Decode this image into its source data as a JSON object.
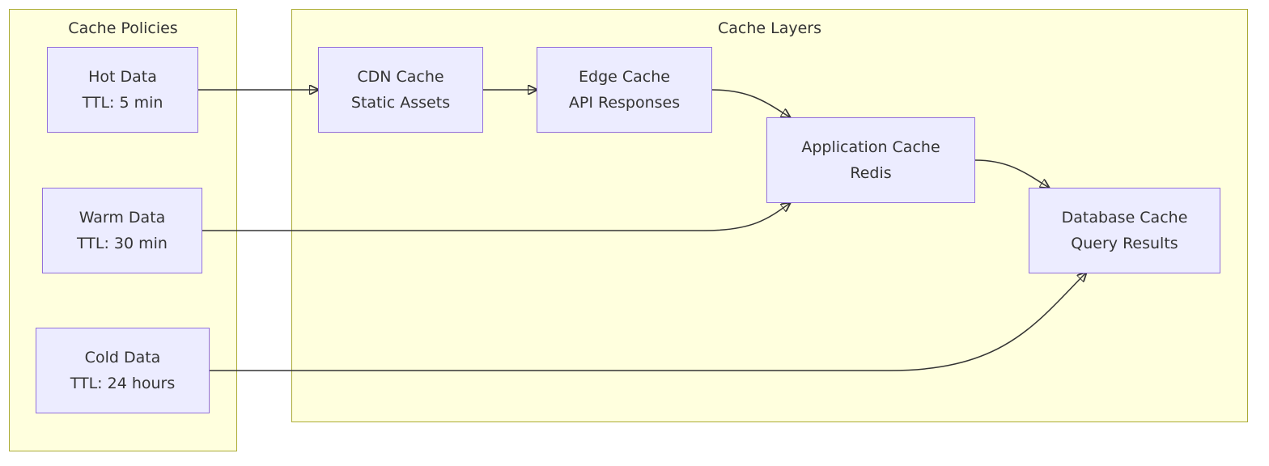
{
  "diagram": {
    "type": "flowchart",
    "clusters": [
      {
        "id": "policies",
        "title": "Cache Policies",
        "nodes": [
          "hot",
          "warm",
          "cold"
        ]
      },
      {
        "id": "layers",
        "title": "Cache Layers",
        "nodes": [
          "cdn",
          "edge",
          "app",
          "db"
        ]
      }
    ],
    "nodes": {
      "hot": {
        "line1": "Hot Data",
        "line2": "TTL: 5 min"
      },
      "warm": {
        "line1": "Warm Data",
        "line2": "TTL: 30 min"
      },
      "cold": {
        "line1": "Cold Data",
        "line2": "TTL: 24 hours"
      },
      "cdn": {
        "line1": "CDN Cache",
        "line2": "Static Assets"
      },
      "edge": {
        "line1": "Edge Cache",
        "line2": "API Responses"
      },
      "app": {
        "line1": "Application Cache",
        "line2": "Redis"
      },
      "db": {
        "line1": "Database Cache",
        "line2": "Query Results"
      }
    },
    "edges": [
      {
        "from": "hot",
        "to": "cdn"
      },
      {
        "from": "cdn",
        "to": "edge"
      },
      {
        "from": "edge",
        "to": "app"
      },
      {
        "from": "app",
        "to": "db"
      },
      {
        "from": "warm",
        "to": "app"
      },
      {
        "from": "cold",
        "to": "db"
      }
    ],
    "colors": {
      "cluster_fill": "#ffffde",
      "cluster_border": "#aaaa33",
      "node_fill": "#ececff",
      "node_border": "#9370db",
      "edge": "#333333"
    }
  }
}
